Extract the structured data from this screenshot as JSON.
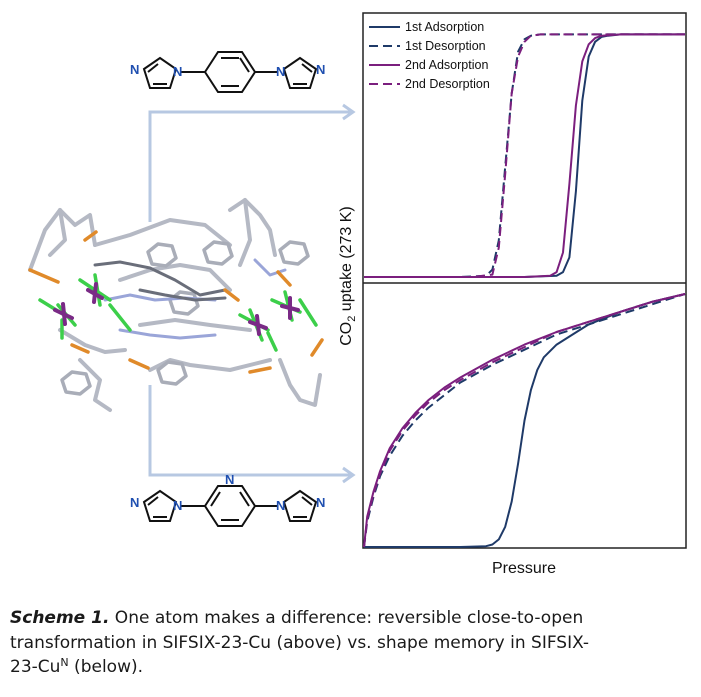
{
  "figure": {
    "ylabel_main": "CO",
    "ylabel_sub": "2",
    "ylabel_rest": " uptake (273 K)",
    "xlabel": "Pressure",
    "molecule_top_name": "1,4-bis(imidazol-1-yl)benzene",
    "molecule_bottom_name": "2,5-bis(imidazol-1-yl)pyridine",
    "atom_label_n": "N"
  },
  "colors": {
    "first_cycle": "#1f3a68",
    "second_cycle": "#7b1f7e",
    "arrow": "#b7c8e2"
  },
  "chart_data": [
    {
      "type": "line",
      "panel": "top (SIFSIX-23-Cu)",
      "title": "",
      "xlabel": "Pressure",
      "ylabel": "CO2 uptake (273 K)",
      "xlim": [
        0,
        1
      ],
      "ylim": [
        0,
        1
      ],
      "grid": false,
      "legend": "top-left",
      "series": [
        {
          "name": "1st Adsorption",
          "style": "solid",
          "color": "#1f3a68",
          "x": [
            0,
            0.5,
            0.6,
            0.62,
            0.64,
            0.66,
            0.68,
            0.7,
            0.72,
            0.74,
            0.76,
            0.8,
            0.9,
            1.0
          ],
          "y": [
            0,
            0,
            0.005,
            0.02,
            0.08,
            0.35,
            0.72,
            0.9,
            0.96,
            0.98,
            0.985,
            0.99,
            0.99,
            0.99
          ]
        },
        {
          "name": "1st Desorption",
          "style": "dashed",
          "color": "#1f3a68",
          "x": [
            0,
            0.3,
            0.38,
            0.4,
            0.42,
            0.44,
            0.46,
            0.48,
            0.5,
            0.52,
            0.55,
            0.6,
            0.8,
            1.0
          ],
          "y": [
            0,
            0,
            0.005,
            0.03,
            0.15,
            0.45,
            0.75,
            0.92,
            0.97,
            0.985,
            0.99,
            0.99,
            0.99,
            0.99
          ]
        },
        {
          "name": "2nd Adsorption",
          "style": "solid",
          "color": "#7b1f7e",
          "x": [
            0,
            0.5,
            0.58,
            0.6,
            0.62,
            0.64,
            0.66,
            0.68,
            0.7,
            0.72,
            0.74,
            0.8,
            0.9,
            1.0
          ],
          "y": [
            0,
            0,
            0.005,
            0.02,
            0.1,
            0.38,
            0.7,
            0.88,
            0.95,
            0.975,
            0.985,
            0.99,
            0.99,
            0.99
          ]
        },
        {
          "name": "2nd Desorption",
          "style": "dashed",
          "color": "#7b1f7e",
          "x": [
            0,
            0.34,
            0.4,
            0.42,
            0.44,
            0.46,
            0.48,
            0.5,
            0.52,
            0.55,
            0.6,
            0.8,
            1.0
          ],
          "y": [
            0,
            0,
            0.01,
            0.12,
            0.42,
            0.75,
            0.9,
            0.96,
            0.985,
            0.99,
            0.99,
            0.99,
            0.99
          ]
        }
      ]
    },
    {
      "type": "line",
      "panel": "bottom (SIFSIX-23-CuN)",
      "title": "",
      "xlabel": "Pressure",
      "ylabel": "CO2 uptake (273 K)",
      "xlim": [
        0,
        1
      ],
      "ylim": [
        0,
        1
      ],
      "grid": false,
      "legend": "none",
      "series": [
        {
          "name": "1st Adsorption",
          "style": "solid",
          "color": "#1f3a68",
          "x": [
            0,
            0.3,
            0.38,
            0.4,
            0.42,
            0.44,
            0.46,
            0.48,
            0.5,
            0.52,
            0.54,
            0.56,
            0.6,
            0.65,
            0.7,
            0.8,
            0.9,
            1.0
          ],
          "y": [
            0,
            0,
            0.003,
            0.01,
            0.03,
            0.08,
            0.18,
            0.33,
            0.5,
            0.62,
            0.7,
            0.75,
            0.8,
            0.84,
            0.88,
            0.93,
            0.97,
            1.0
          ]
        },
        {
          "name": "1st Desorption",
          "style": "dashed",
          "color": "#1f3a68",
          "x": [
            0,
            0.01,
            0.03,
            0.05,
            0.08,
            0.12,
            0.16,
            0.2,
            0.25,
            0.3,
            0.4,
            0.5,
            0.6,
            0.7,
            0.8,
            0.9,
            1.0
          ],
          "y": [
            0,
            0.1,
            0.2,
            0.28,
            0.36,
            0.44,
            0.5,
            0.55,
            0.6,
            0.65,
            0.72,
            0.78,
            0.84,
            0.88,
            0.92,
            0.96,
            1.0
          ]
        },
        {
          "name": "2nd Adsorption",
          "style": "solid",
          "color": "#7b1f7e",
          "x": [
            0,
            0.01,
            0.03,
            0.05,
            0.08,
            0.12,
            0.16,
            0.2,
            0.25,
            0.3,
            0.4,
            0.5,
            0.6,
            0.7,
            0.8,
            0.9,
            1.0
          ],
          "y": [
            0,
            0.12,
            0.22,
            0.3,
            0.39,
            0.47,
            0.53,
            0.58,
            0.63,
            0.67,
            0.74,
            0.8,
            0.85,
            0.89,
            0.93,
            0.97,
            1.0
          ]
        },
        {
          "name": "2nd Desorption",
          "style": "dashed",
          "color": "#7b1f7e",
          "x": [
            0,
            0.01,
            0.03,
            0.05,
            0.08,
            0.12,
            0.16,
            0.2,
            0.25,
            0.3,
            0.4,
            0.5,
            0.6,
            0.7,
            0.8,
            0.9,
            1.0
          ],
          "y": [
            0,
            0.11,
            0.21,
            0.29,
            0.38,
            0.46,
            0.52,
            0.57,
            0.62,
            0.66,
            0.73,
            0.79,
            0.85,
            0.89,
            0.93,
            0.97,
            1.0
          ]
        }
      ]
    }
  ],
  "caption": {
    "scheme_label": "Scheme 1.",
    "line1": " One atom makes a difference: reversible close-to-open",
    "line2": "transformation in SIFSIX-23-Cu (above) vs. shape memory in SIFSIX-",
    "line3_pre": "23-Cu",
    "line3_sup": "N",
    "line3_post": " (below)."
  }
}
